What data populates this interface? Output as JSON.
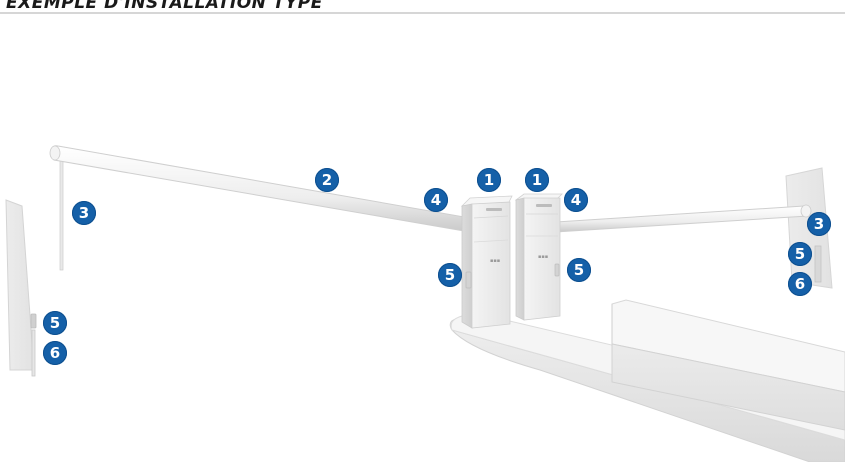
{
  "header": {
    "title": "EXEMPLE D'INSTALLATION TYPE"
  },
  "callouts": [
    {
      "id": "cabinet-left",
      "number": "1"
    },
    {
      "id": "cabinet-right",
      "number": "1"
    },
    {
      "id": "boom-main",
      "number": "2"
    },
    {
      "id": "support-left",
      "number": "3"
    },
    {
      "id": "support-right",
      "number": "3"
    },
    {
      "id": "light-left",
      "number": "4"
    },
    {
      "id": "light-right",
      "number": "4"
    },
    {
      "id": "sensor-center-left",
      "number": "5"
    },
    {
      "id": "sensor-center-right",
      "number": "5"
    },
    {
      "id": "sensor-left-wall",
      "number": "5"
    },
    {
      "id": "sensor-right-wall",
      "number": "5"
    },
    {
      "id": "reader-left-wall",
      "number": "6"
    },
    {
      "id": "reader-right-wall",
      "number": "6"
    }
  ],
  "colors": {
    "badge": "#1560a8",
    "badge_text": "#ffffff",
    "title": "#1a1a1a"
  }
}
